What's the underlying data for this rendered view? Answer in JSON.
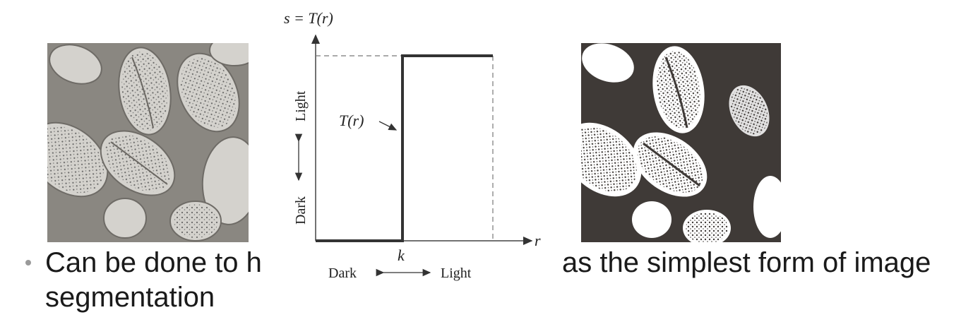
{
  "figure": {
    "y_axis_label": "s = T(r)",
    "x_axis_label": "r",
    "curve_label": "T(r)",
    "threshold_label": "k",
    "y_range_low": "Dark",
    "y_range_high": "Light",
    "x_range_low": "Dark",
    "x_range_high": "Light"
  },
  "text": {
    "line1_part1": "Can be done to h",
    "line1_part2": "as the simplest form of image",
    "line2": "segmentation"
  },
  "colors": {
    "grayscale_photo_bg": "#8e8b85",
    "thresholded_photo_bg": "#3f3a37",
    "curve": "#333333"
  }
}
